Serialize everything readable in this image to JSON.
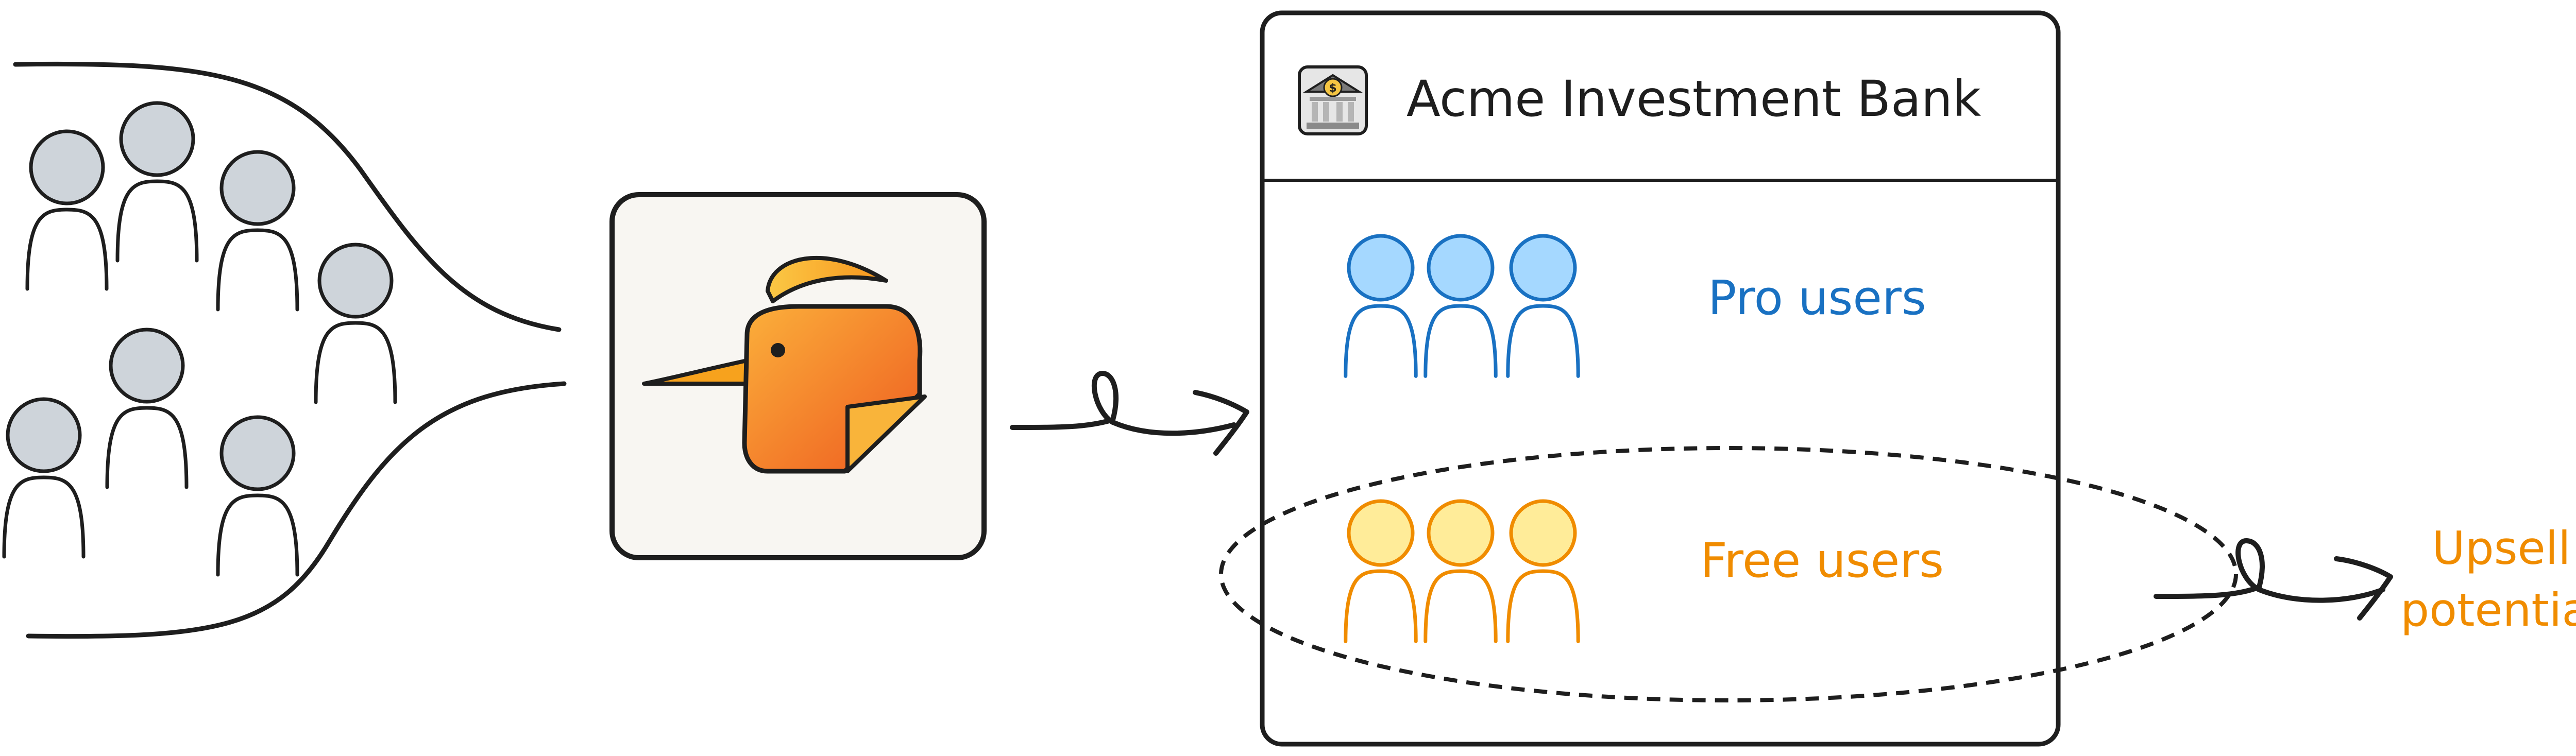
{
  "bank": {
    "title": "Acme Investment Bank",
    "icon": "bank-icon"
  },
  "groups": {
    "pro_label": "Pro users",
    "free_label": "Free users"
  },
  "outcome": {
    "line1": "Upsell",
    "line2": "potential"
  },
  "app_icon": "bird-logo-icon",
  "colors": {
    "ink": "#1e1e1e",
    "pro": "#1971c2",
    "pro_fill": "#a5d8ff",
    "free": "#f08c00",
    "free_fill": "#ffec99",
    "crowd_fill": "#ced4da",
    "logo_bg": "#f8f6f2",
    "logo_orange": "#f7941d",
    "logo_dark_orange": "#e8591a"
  }
}
